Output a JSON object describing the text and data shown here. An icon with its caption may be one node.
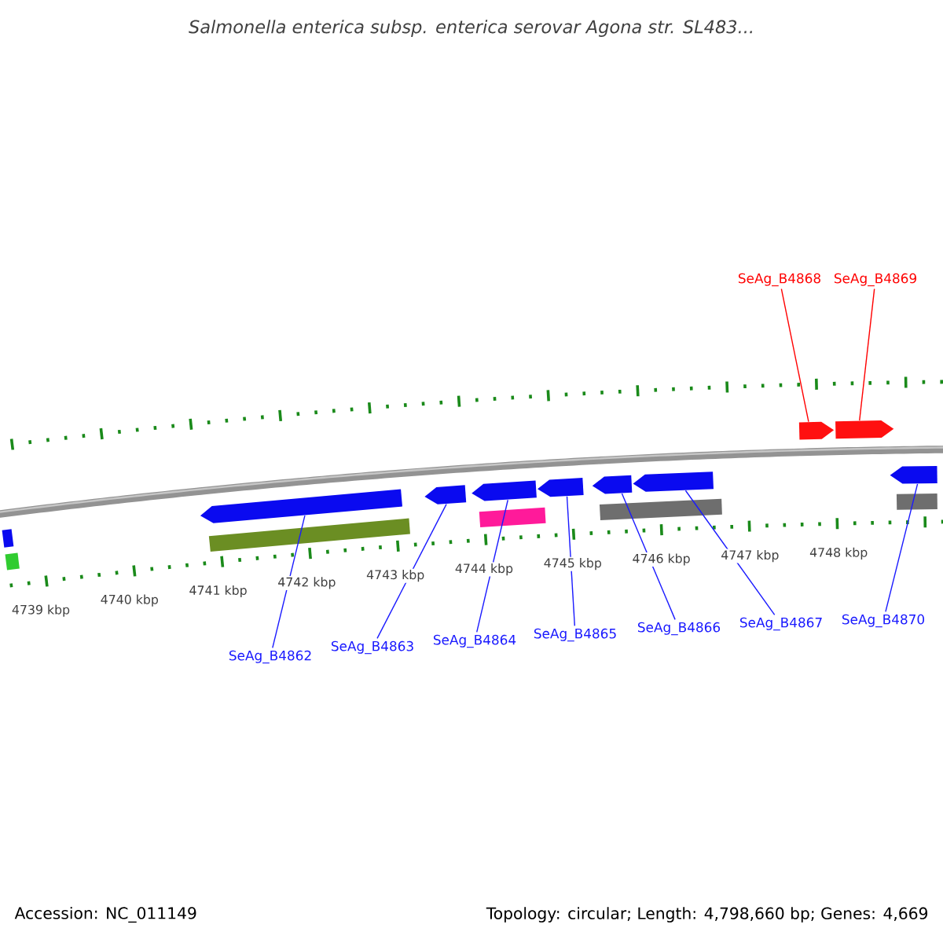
{
  "diagram": {
    "title": "Salmonella enterica subsp. enterica serovar Agona str. SL483...",
    "nodes": [
      {
        "text": [
          "SeAg_B4868"
        ]
      },
      {
        "text": [
          "SeAg_B4869"
        ]
      },
      {
        "text": [],
        "shape": "arrow"
      },
      {
        "text": [],
        "shape": "arrow"
      },
      {
        "text": [],
        "shape": "arrow"
      },
      {
        "text": [],
        "shape": "arrow"
      },
      {
        "text": [],
        "shape": "arrow"
      },
      {
        "text": [],
        "shape": "arrow"
      },
      {
        "text": [],
        "shape": "arrow"
      },
      {
        "text": [],
        "shape": "arrow"
      },
      {
        "text": [],
        "shape": "arrow"
      },
      {
        "text": [
          "SeAg_B4862"
        ]
      },
      {
        "text": [
          "SeAg_B4863"
        ]
      },
      {
        "text": [
          "SeAg_B4864"
        ]
      },
      {
        "text": [
          "SeAg_B4865"
        ]
      },
      {
        "text": [
          "SeAg_B4866"
        ]
      },
      {
        "text": [
          "SeAg_B4867"
        ]
      },
      {
        "text": [
          "SeAg_B4870"
        ]
      }
    ],
    "edges": [
      {
        "from": 0,
        "to": 2,
        "arrow": "none",
        "color": "#ff0000"
      },
      {
        "from": 1,
        "to": 3,
        "arrow": "none",
        "color": "#ff0000"
      },
      {
        "from": 11,
        "to": 4,
        "arrow": "none"
      },
      {
        "from": 12,
        "to": 5,
        "arrow": "none"
      },
      {
        "from": 13,
        "to": 6,
        "arrow": "none"
      },
      {
        "from": 14,
        "to": 7,
        "arrow": "none"
      },
      {
        "from": 15,
        "to": 8,
        "arrow": "none"
      },
      {
        "from": 16,
        "to": 9,
        "arrow": "none"
      },
      {
        "from": 17,
        "to": 10,
        "arrow": "none"
      }
    ],
    "labels": [
      "4739 kbp",
      "4740 kbp",
      "4741 kbp",
      "4742 kbp",
      "4743 kbp",
      "4744 kbp",
      "4745 kbp",
      "4746 kbp",
      "4747 kbp",
      "4748 kbp",
      "Accession: NC_011149",
      "Topology: circular; Length: 4,798,660 bp; Genes: 4,669"
    ]
  }
}
